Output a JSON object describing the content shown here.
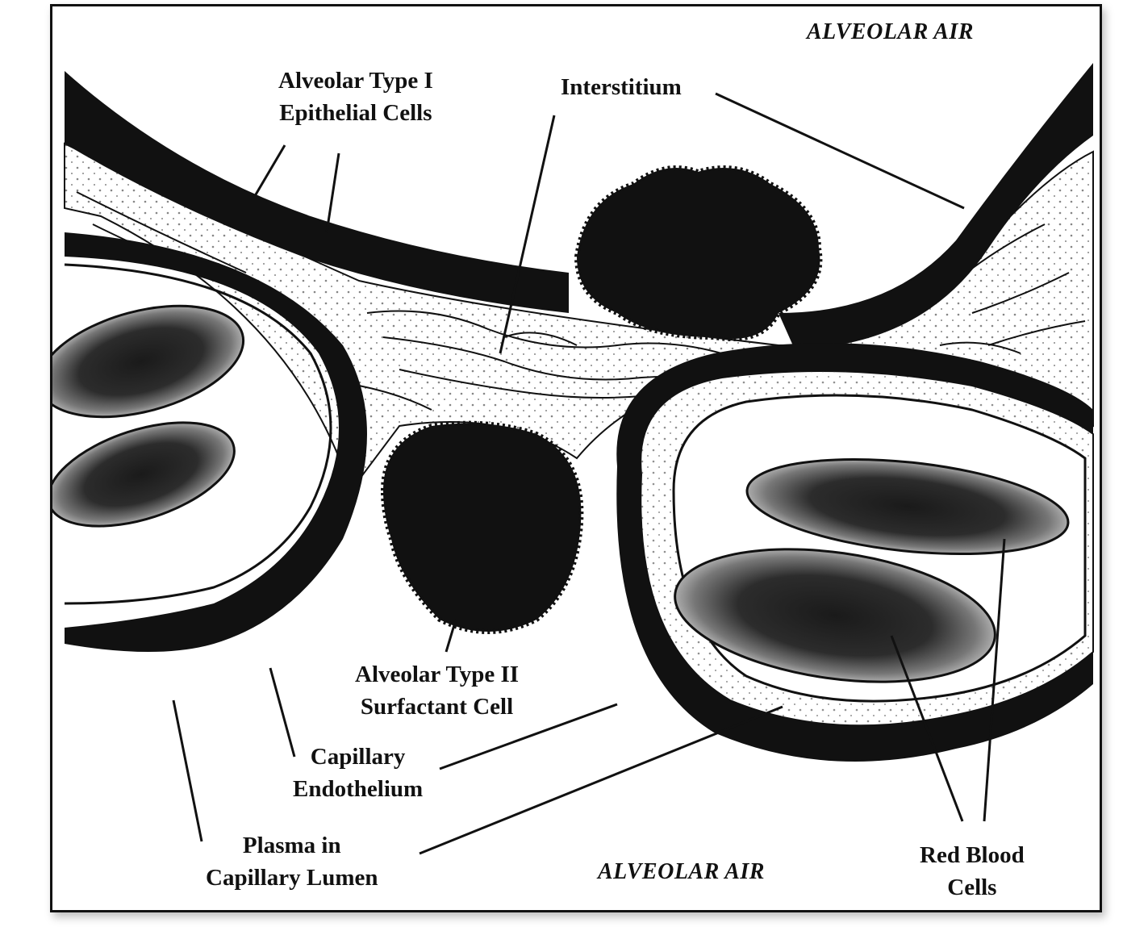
{
  "diagram": {
    "labels": {
      "alveolar_air_top": "ALVEOLAR AIR",
      "alveolar_air_bottom": "ALVEOLAR AIR",
      "type1_line1": "Alveolar Type I",
      "type1_line2": "Epithelial Cells",
      "interstitium": "Interstitium",
      "type2_line1": "Alveolar Type II",
      "type2_line2": "Surfactant Cell",
      "capillary_line1": "Capillary",
      "capillary_line2": "Endothelium",
      "plasma_line1": "Plasma in",
      "plasma_line2": "Capillary Lumen",
      "rbc_line1": "Red Blood",
      "rbc_line2": "Cells"
    },
    "colors": {
      "ink": "#111111",
      "background": "#ffffff"
    }
  }
}
